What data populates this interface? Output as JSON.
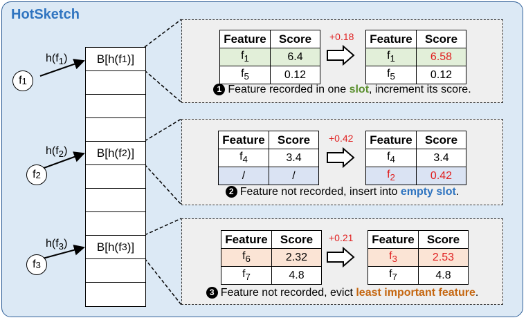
{
  "title": "HotSketch",
  "buckets": [
    "B[h(f<sub>1</sub>)]",
    "",
    "",
    "",
    "B[h(f<sub>2</sub>)]",
    "",
    "",
    "",
    "B[h(f<sub>3</sub>)]",
    "",
    ""
  ],
  "features": [
    {
      "circle": "f<sub>1</sub>",
      "hash": "h(f<sub>1</sub>)"
    },
    {
      "circle": "f<sub>2</sub>",
      "hash": "h(f<sub>2</sub>)"
    },
    {
      "circle": "f<sub>3</sub>",
      "hash": "h(f<sub>3</sub>)"
    }
  ],
  "table_header": [
    "Feature",
    "Score"
  ],
  "cases": [
    {
      "number": "1",
      "delta": "+0.18",
      "before": [
        [
          "f<sub>1</sub>",
          "6.4"
        ],
        [
          "f<sub>5</sub>",
          "0.12"
        ]
      ],
      "after": [
        [
          "f<sub>1</sub>",
          "6.58"
        ],
        [
          "f<sub>5</sub>",
          "0.12"
        ]
      ],
      "text_before": "Feature recorded in one ",
      "highlight": "slot",
      "text_after": ", increment its score."
    },
    {
      "number": "2",
      "delta": "+0.42",
      "before": [
        [
          "f<sub>4</sub>",
          "3.4"
        ],
        [
          "/",
          "/"
        ]
      ],
      "after": [
        [
          "f<sub>4</sub>",
          "3.4"
        ],
        [
          "f<sub>2</sub>",
          "0.42"
        ]
      ],
      "text_before": "Feature not recorded, insert into ",
      "highlight": "empty slot",
      "text_after": "."
    },
    {
      "number": "3",
      "delta": "+0.21",
      "before": [
        [
          "f<sub>6</sub>",
          "2.32"
        ],
        [
          "f<sub>7</sub>",
          "4.8"
        ]
      ],
      "after": [
        [
          "f<sub>3</sub>",
          "2.53"
        ],
        [
          "f<sub>7</sub>",
          "4.8"
        ]
      ],
      "text_before": "Feature not recorded, evict ",
      "highlight": "least important feature",
      "text_after": "."
    }
  ]
}
